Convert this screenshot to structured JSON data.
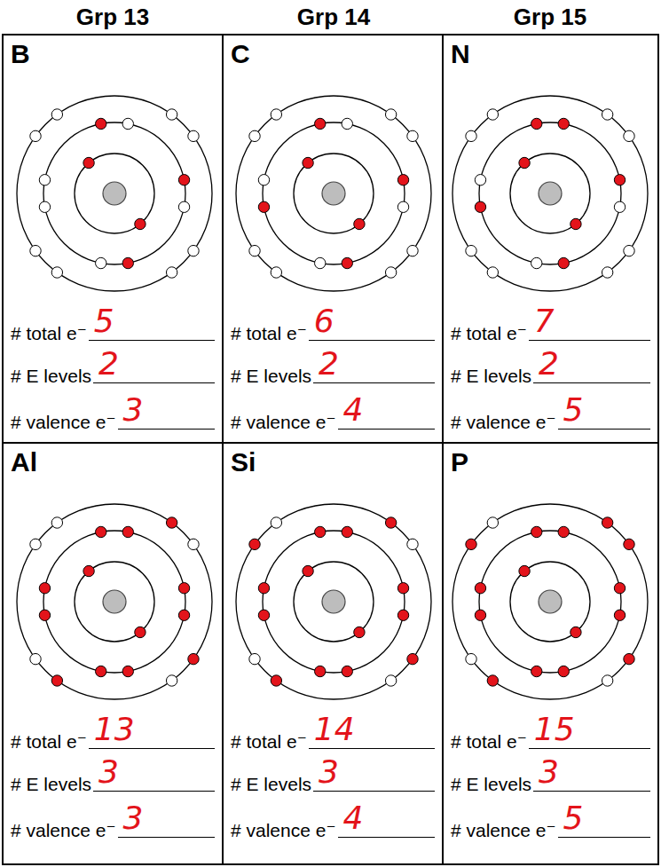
{
  "diagram": {
    "nodes": [
      {
        "text": [
          "B",
          "# total e⁻",
          "5",
          "# E levels",
          "2",
          "# valence e⁻",
          "3"
        ]
      },
      {
        "text": [
          "C",
          "# total e⁻",
          "6",
          "# E levels",
          "2",
          "# valence e⁻",
          "4"
        ]
      },
      {
        "text": [
          "N",
          "# total e⁻",
          "7",
          "# E levels",
          "2",
          "# valence e⁻",
          "5"
        ]
      },
      {
        "text": [
          "Al",
          "# total e⁻",
          "13",
          "# E levels",
          "3",
          "# valence e⁻",
          "3"
        ]
      },
      {
        "text": [
          "Si",
          "# total e⁻",
          "14",
          "# E levels",
          "3",
          "# valence e⁻",
          "4"
        ]
      },
      {
        "text": [
          "P",
          "# total e⁻",
          "15",
          "# E levels",
          "3",
          "# valence e⁻",
          "5"
        ]
      }
    ],
    "labels": [
      "Grp 13",
      "Grp 14",
      "Grp 15"
    ]
  }
}
